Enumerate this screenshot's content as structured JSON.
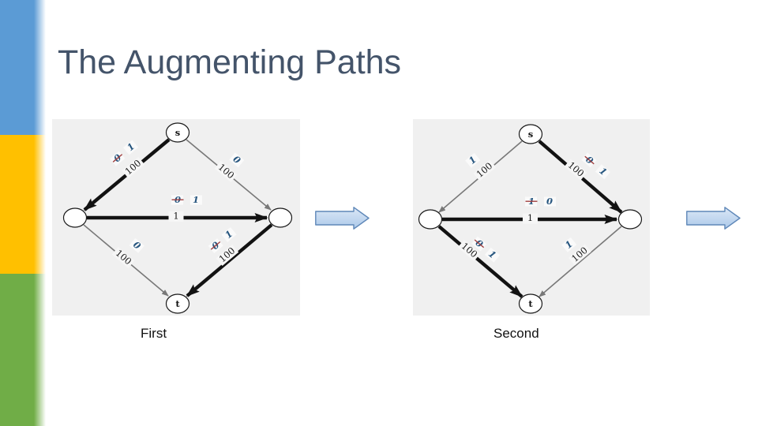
{
  "slide": {
    "title": "The Augmenting Paths"
  },
  "colors": {
    "accent_blue": "#5B9BD5",
    "accent_yellow": "#FFC000",
    "accent_green": "#70AD47",
    "title_text": "#44546A",
    "flow_number_blue": "#27567F",
    "strike_red": "#A04040",
    "capacity_black": "#1A1A1A",
    "path_edge": "#121212",
    "idle_edge": "#787878",
    "diagram_background": "#F0F0F0",
    "block_arrow_fill_top": "#DCE8F6",
    "block_arrow_fill_bottom": "#ABC8E9",
    "block_arrow_stroke": "#5E87B8"
  },
  "diagrams": [
    {
      "caption": "First",
      "source_label": "s",
      "sink_label": "t",
      "edges": {
        "s_left": {
          "old": "0",
          "new": "1",
          "cap": "100"
        },
        "s_right": {
          "flow": "0",
          "cap": "100"
        },
        "left_right": {
          "old": "0",
          "new": "1",
          "cap": "1"
        },
        "left_sink": {
          "flow": "0",
          "cap": "100"
        },
        "right_sink": {
          "old": "0",
          "new": "1",
          "cap": "100"
        }
      }
    },
    {
      "caption": "Second",
      "source_label": "s",
      "sink_label": "t",
      "edges": {
        "s_left": {
          "flow": "1",
          "cap": "100"
        },
        "s_right": {
          "old": "0",
          "new": "1",
          "cap": "100"
        },
        "left_right": {
          "old": "1",
          "new": "0",
          "cap": "1"
        },
        "left_sink": {
          "old": "0",
          "new": "1",
          "cap": "100"
        },
        "right_sink": {
          "flow": "1",
          "cap": "100"
        }
      }
    }
  ]
}
